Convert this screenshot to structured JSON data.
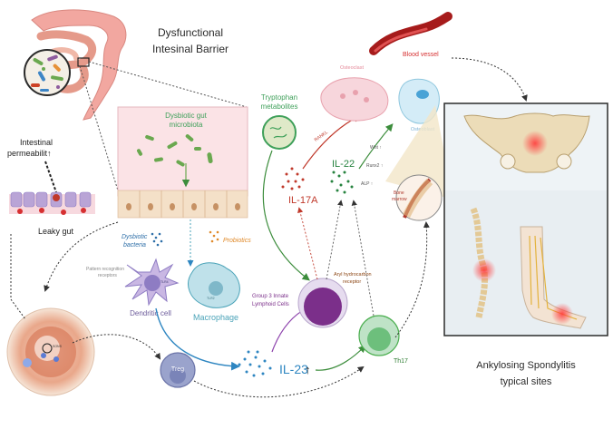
{
  "title": {
    "line1": "Dysfunctional",
    "line2": "Intesinal Barrier"
  },
  "labels": {
    "intestinal_permeability": {
      "line1": "Intestinal",
      "line2": "permeabilit↑"
    },
    "leaky_gut": "Leaky gut",
    "dysbiotic_microbiota": {
      "line1": "Dysbiotic gut",
      "line2": "microbiota"
    },
    "dysbiotic_bacteria": {
      "line1": "Dysbiotic",
      "line2": "bacteria"
    },
    "probiotics": "Probiotics",
    "pattern_receptors": {
      "line1": "Pattern recognition",
      "line2": "receptors"
    },
    "dendritic_cell": "Dendritic cell",
    "macrophage": "Macrophage",
    "tryptophan": {
      "line1": "Tryptophan",
      "line2": "metabolites"
    },
    "il17a": "IL-17A",
    "il22": "IL-22",
    "il23": "IL-23",
    "il23_arrow": "↑",
    "rankl": "RANKL",
    "osteoclast": "Osteoclast",
    "osteoblast": "Osteoblast",
    "blood_vessel": "Blood vessel",
    "wnt": "Wnt ↑",
    "runx2": "Runx2 ↑",
    "alp": "ALP ↑",
    "bone_marrow": {
      "line1": "Bone",
      "line2": "marrow"
    },
    "ilc3": {
      "line1": "Group 3 Innate",
      "line2": "Lymphoid Cells"
    },
    "aryl": {
      "line1": "Aryl hydrocarbon",
      "line2": "receptor"
    },
    "th17": "Th17",
    "treg": "Treg",
    "sons": "SONS",
    "tlr4": "TLR4",
    "tlr2": "TLR2",
    "as_title": {
      "line1": "Ankylosing Spondylitis",
      "line2": "typical sites"
    }
  },
  "colors": {
    "title": "#2b2b2b",
    "tryptophan": "#3fa05a",
    "il17a": "#c0392b",
    "il22": "#27833f",
    "il23": "#2e86c1",
    "probiotics": "#e08a2a",
    "dysbiotic_bacteria": "#2e6fa8",
    "macrophage": "#4aa3b8",
    "dendritic": "#6c5b9a",
    "blood": "#d63031",
    "ilc3": "#7b2f8a"
  }
}
